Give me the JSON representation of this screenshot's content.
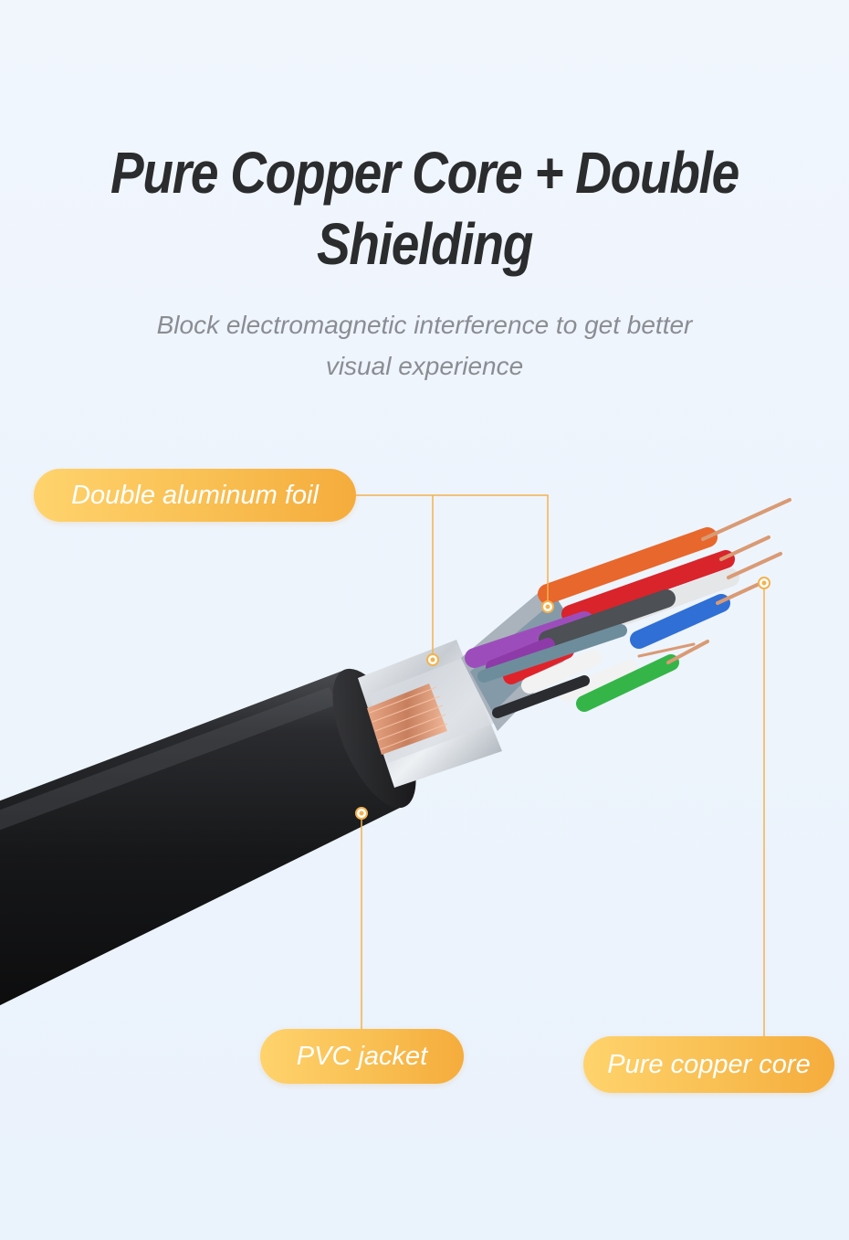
{
  "headline": {
    "line1": "Pure Copper Core + Double",
    "line2": "Shielding"
  },
  "subheadline": {
    "line1": "Block electromagnetic interference to get better",
    "line2": "visual experience"
  },
  "callouts": {
    "double_aluminum_foil": "Double aluminum foil",
    "pvc_jacket": "PVC jacket",
    "pure_copper_core": "Pure copper core"
  },
  "colors": {
    "background": "#eef4fc",
    "callout_accent": "#f5ac3c",
    "leader_line": "#f3b24e",
    "jacket": "#1c1d1f",
    "headline": "#2b2c2e",
    "subheadline": "#8a8d93"
  },
  "icons": {
    "callout_marker": "ring-dot-marker"
  }
}
